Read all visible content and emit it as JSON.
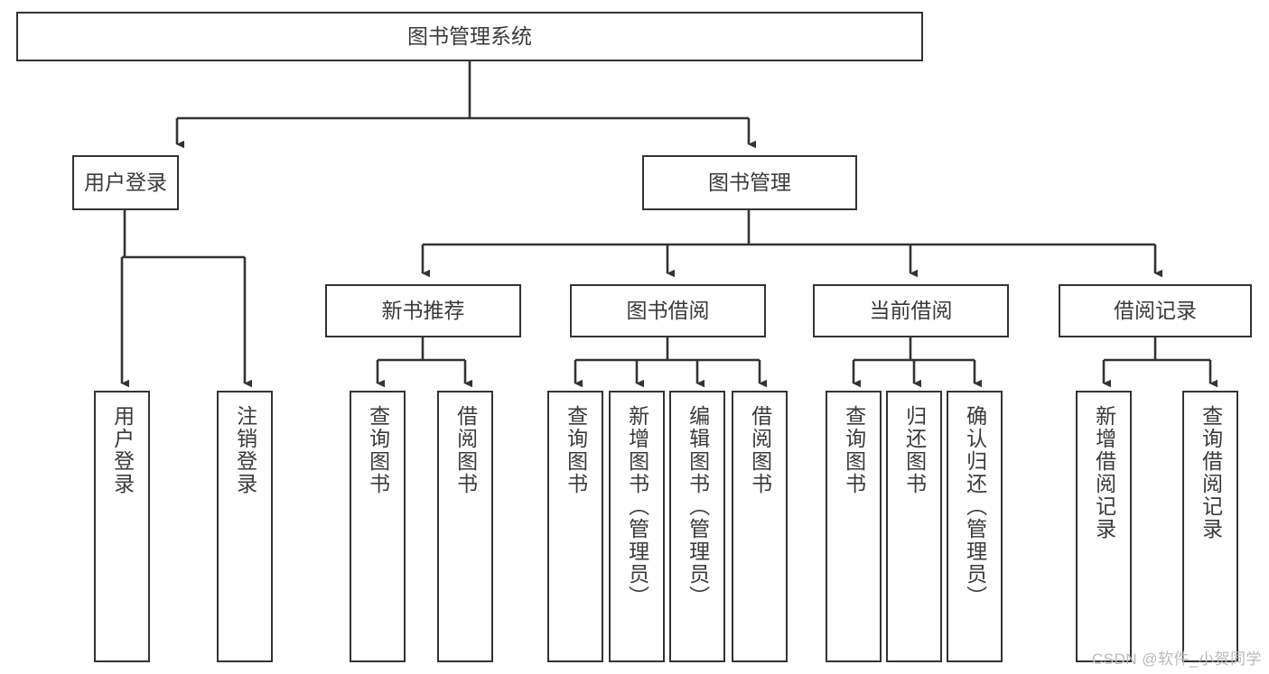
{
  "diagram": {
    "type": "tree-hierarchy",
    "title": "图书管理系统",
    "orientation": "top-down",
    "line_color": "#333333",
    "box_fill": "#ffffff",
    "text_color": "#3a3a3a",
    "nodes": {
      "root": {
        "label": "图书管理系统"
      },
      "level2": [
        {
          "label": "用户登录"
        },
        {
          "label": "图书管理"
        }
      ],
      "level3": [
        {
          "label": "新书推荐"
        },
        {
          "label": "图书借阅"
        },
        {
          "label": "当前借阅"
        },
        {
          "label": "借阅记录"
        }
      ],
      "leaves": {
        "user_login": [
          {
            "label": "用户登录"
          },
          {
            "label": "注销登录"
          }
        ],
        "new_book": [
          {
            "label": "查询图书"
          },
          {
            "label": "借阅图书"
          }
        ],
        "book_borrow": [
          {
            "label": "查询图书"
          },
          {
            "label": "新增图书（管理员）"
          },
          {
            "label": "编辑图书（管理员）"
          },
          {
            "label": "借阅图书"
          }
        ],
        "current_borrow": [
          {
            "label": "查询图书"
          },
          {
            "label": "归还图书"
          },
          {
            "label": "确认归还（管理员）"
          }
        ],
        "borrow_record": [
          {
            "label": "新增借阅记录"
          },
          {
            "label": "查询借阅记录"
          }
        ]
      }
    }
  },
  "watermark": {
    "text": "CSDN @软件_小贺同学"
  }
}
